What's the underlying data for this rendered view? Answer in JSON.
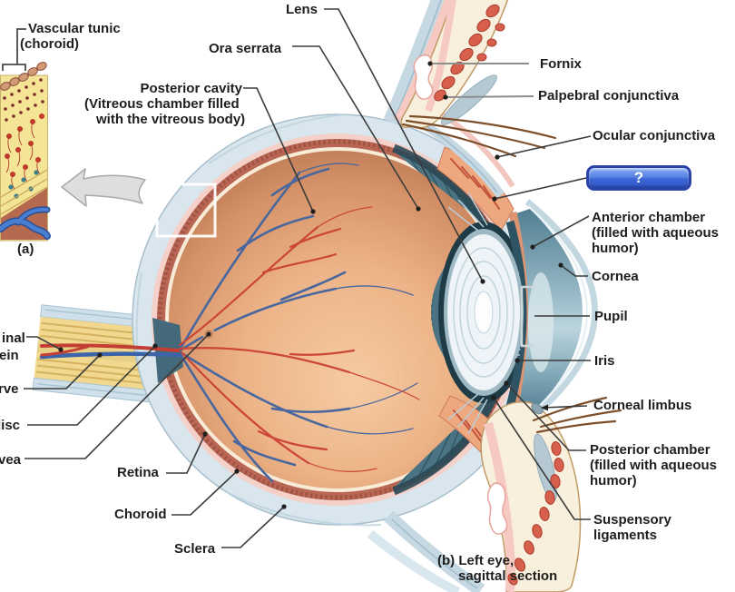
{
  "figure": {
    "inset_caption": "(a)",
    "caption_line1": "(b) Left eye,",
    "caption_line2": "sagittal section"
  },
  "quiz": {
    "button_label": "?"
  },
  "labels": {
    "vascular_tunic_line1": "Vascular tunic",
    "vascular_tunic_line2": "(choroid)",
    "ora_serrata": "Ora serrata",
    "posterior_cavity_line1": "Posterior cavity",
    "posterior_cavity_line2": "(Vitreous chamber filled",
    "posterior_cavity_line3": "with the vitreous body)",
    "lens": "Lens",
    "fornix": "Fornix",
    "palpebral_conjunctiva": "Palpebral conjunctiva",
    "ocular_conjunctiva": "Ocular conjunctiva",
    "anterior_chamber_line1": "Anterior chamber",
    "anterior_chamber_line2": "(filled with aqueous",
    "anterior_chamber_line3": "humor)",
    "cornea": "Cornea",
    "pupil": "Pupil",
    "iris": "Iris",
    "corneal_limbus": "Corneal limbus",
    "posterior_chamber_line1": "Posterior chamber",
    "posterior_chamber_line2": "(filled with aqueous",
    "posterior_chamber_line3": "humor)",
    "suspensory_line1": "Suspensory",
    "suspensory_line2": "ligaments",
    "retina": "Retina",
    "choroid": "Choroid",
    "sclera": "Sclera"
  },
  "clipped_left_labels": {
    "fragment_inal": "inal",
    "fragment_ein": "ein",
    "fragment_rve": "rve",
    "fragment_disc": "disc",
    "fragment_vea": "vea"
  },
  "colors": {
    "label_text": "#1e1e1e",
    "quiz_button_fill": "#3d66d6",
    "quiz_button_border": "#2a43a8",
    "sclera": "#d9e6ee",
    "choroid_ring": "#b96654",
    "retina_fundus": "#ecb387",
    "ciliary_fan": "#4a7483",
    "lens": "#eef4f7",
    "cornea": "#c2d7e0",
    "optic_nerve": "#f2d88e",
    "artery_red": "#cc4638",
    "vein_blue": "#48679e",
    "eyelid_cream": "#f8efdc",
    "conjunctiva_pink": "#f6c9c3"
  }
}
